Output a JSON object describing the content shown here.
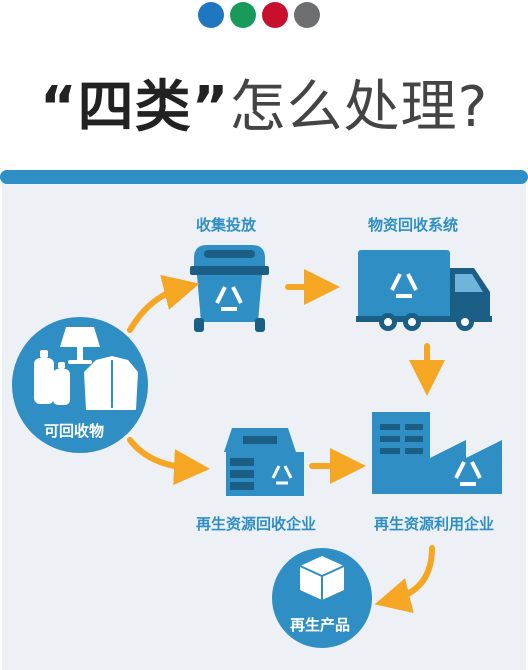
{
  "title": {
    "quote_open": "“",
    "emphasis": "四类",
    "quote_close": "”",
    "rest": "怎么处理?"
  },
  "colors": {
    "dots": [
      "#1f77c0",
      "#1a9a5a",
      "#c8102e",
      "#6d6e70"
    ],
    "accent_blue": "#2f8fc4",
    "arrow_orange": "#f5a623",
    "panel_bg": "#edf0f4"
  },
  "nodes": {
    "source": "可回收物",
    "collect": "收集投放",
    "transport": "物资回收系统",
    "recycle_company": "再生资源回收企业",
    "reuse_company": "再生资源利用企业",
    "product": "再生产品"
  }
}
